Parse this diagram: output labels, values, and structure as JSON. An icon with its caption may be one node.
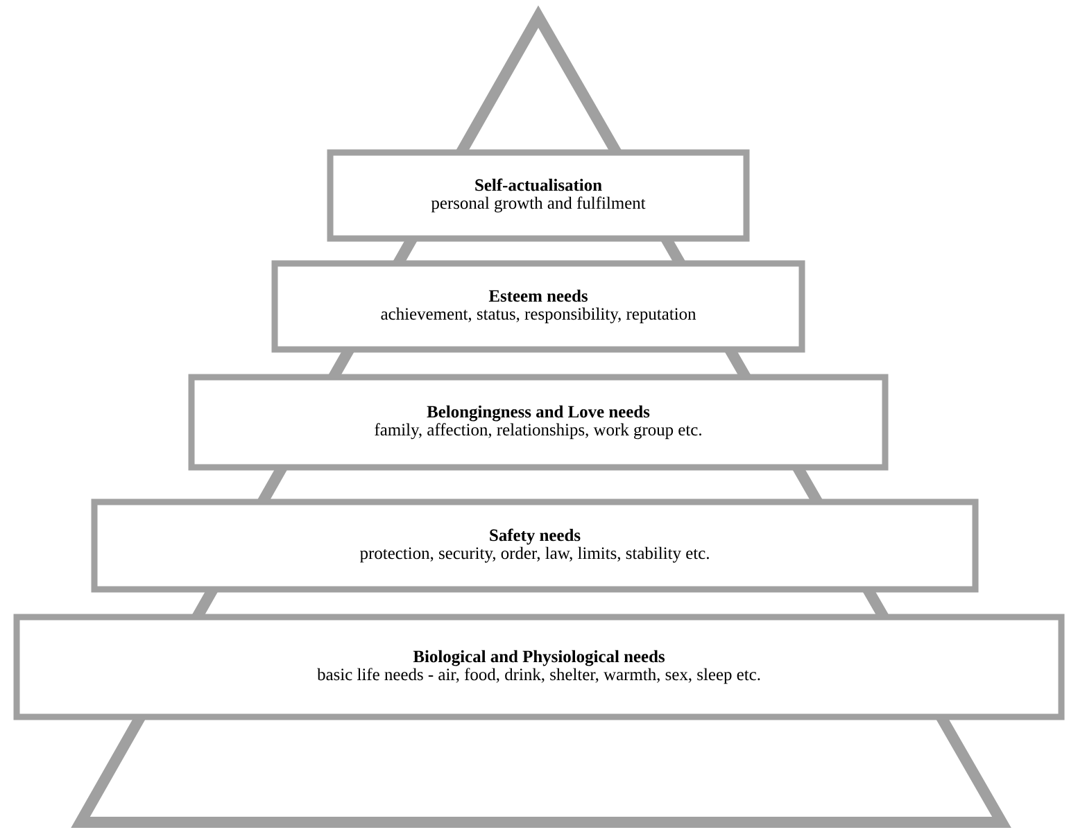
{
  "diagram": {
    "nodes": [
      {
        "text": [
          "Self-actualisation",
          "personal growth and fulfilment"
        ]
      },
      {
        "text": [
          "Esteem needs",
          "achievement, status, responsibility, reputation"
        ]
      },
      {
        "text": [
          "Belongingness and Love needs",
          "family, affection, relationships, work group etc."
        ]
      },
      {
        "text": [
          "Safety needs",
          "protection, security, order, law, limits, stability etc."
        ]
      },
      {
        "text": [
          "Biological and Physiological needs",
          "basic life needs - air, food, drink, shelter, warmth, sex, sleep etc."
        ]
      }
    ]
  }
}
